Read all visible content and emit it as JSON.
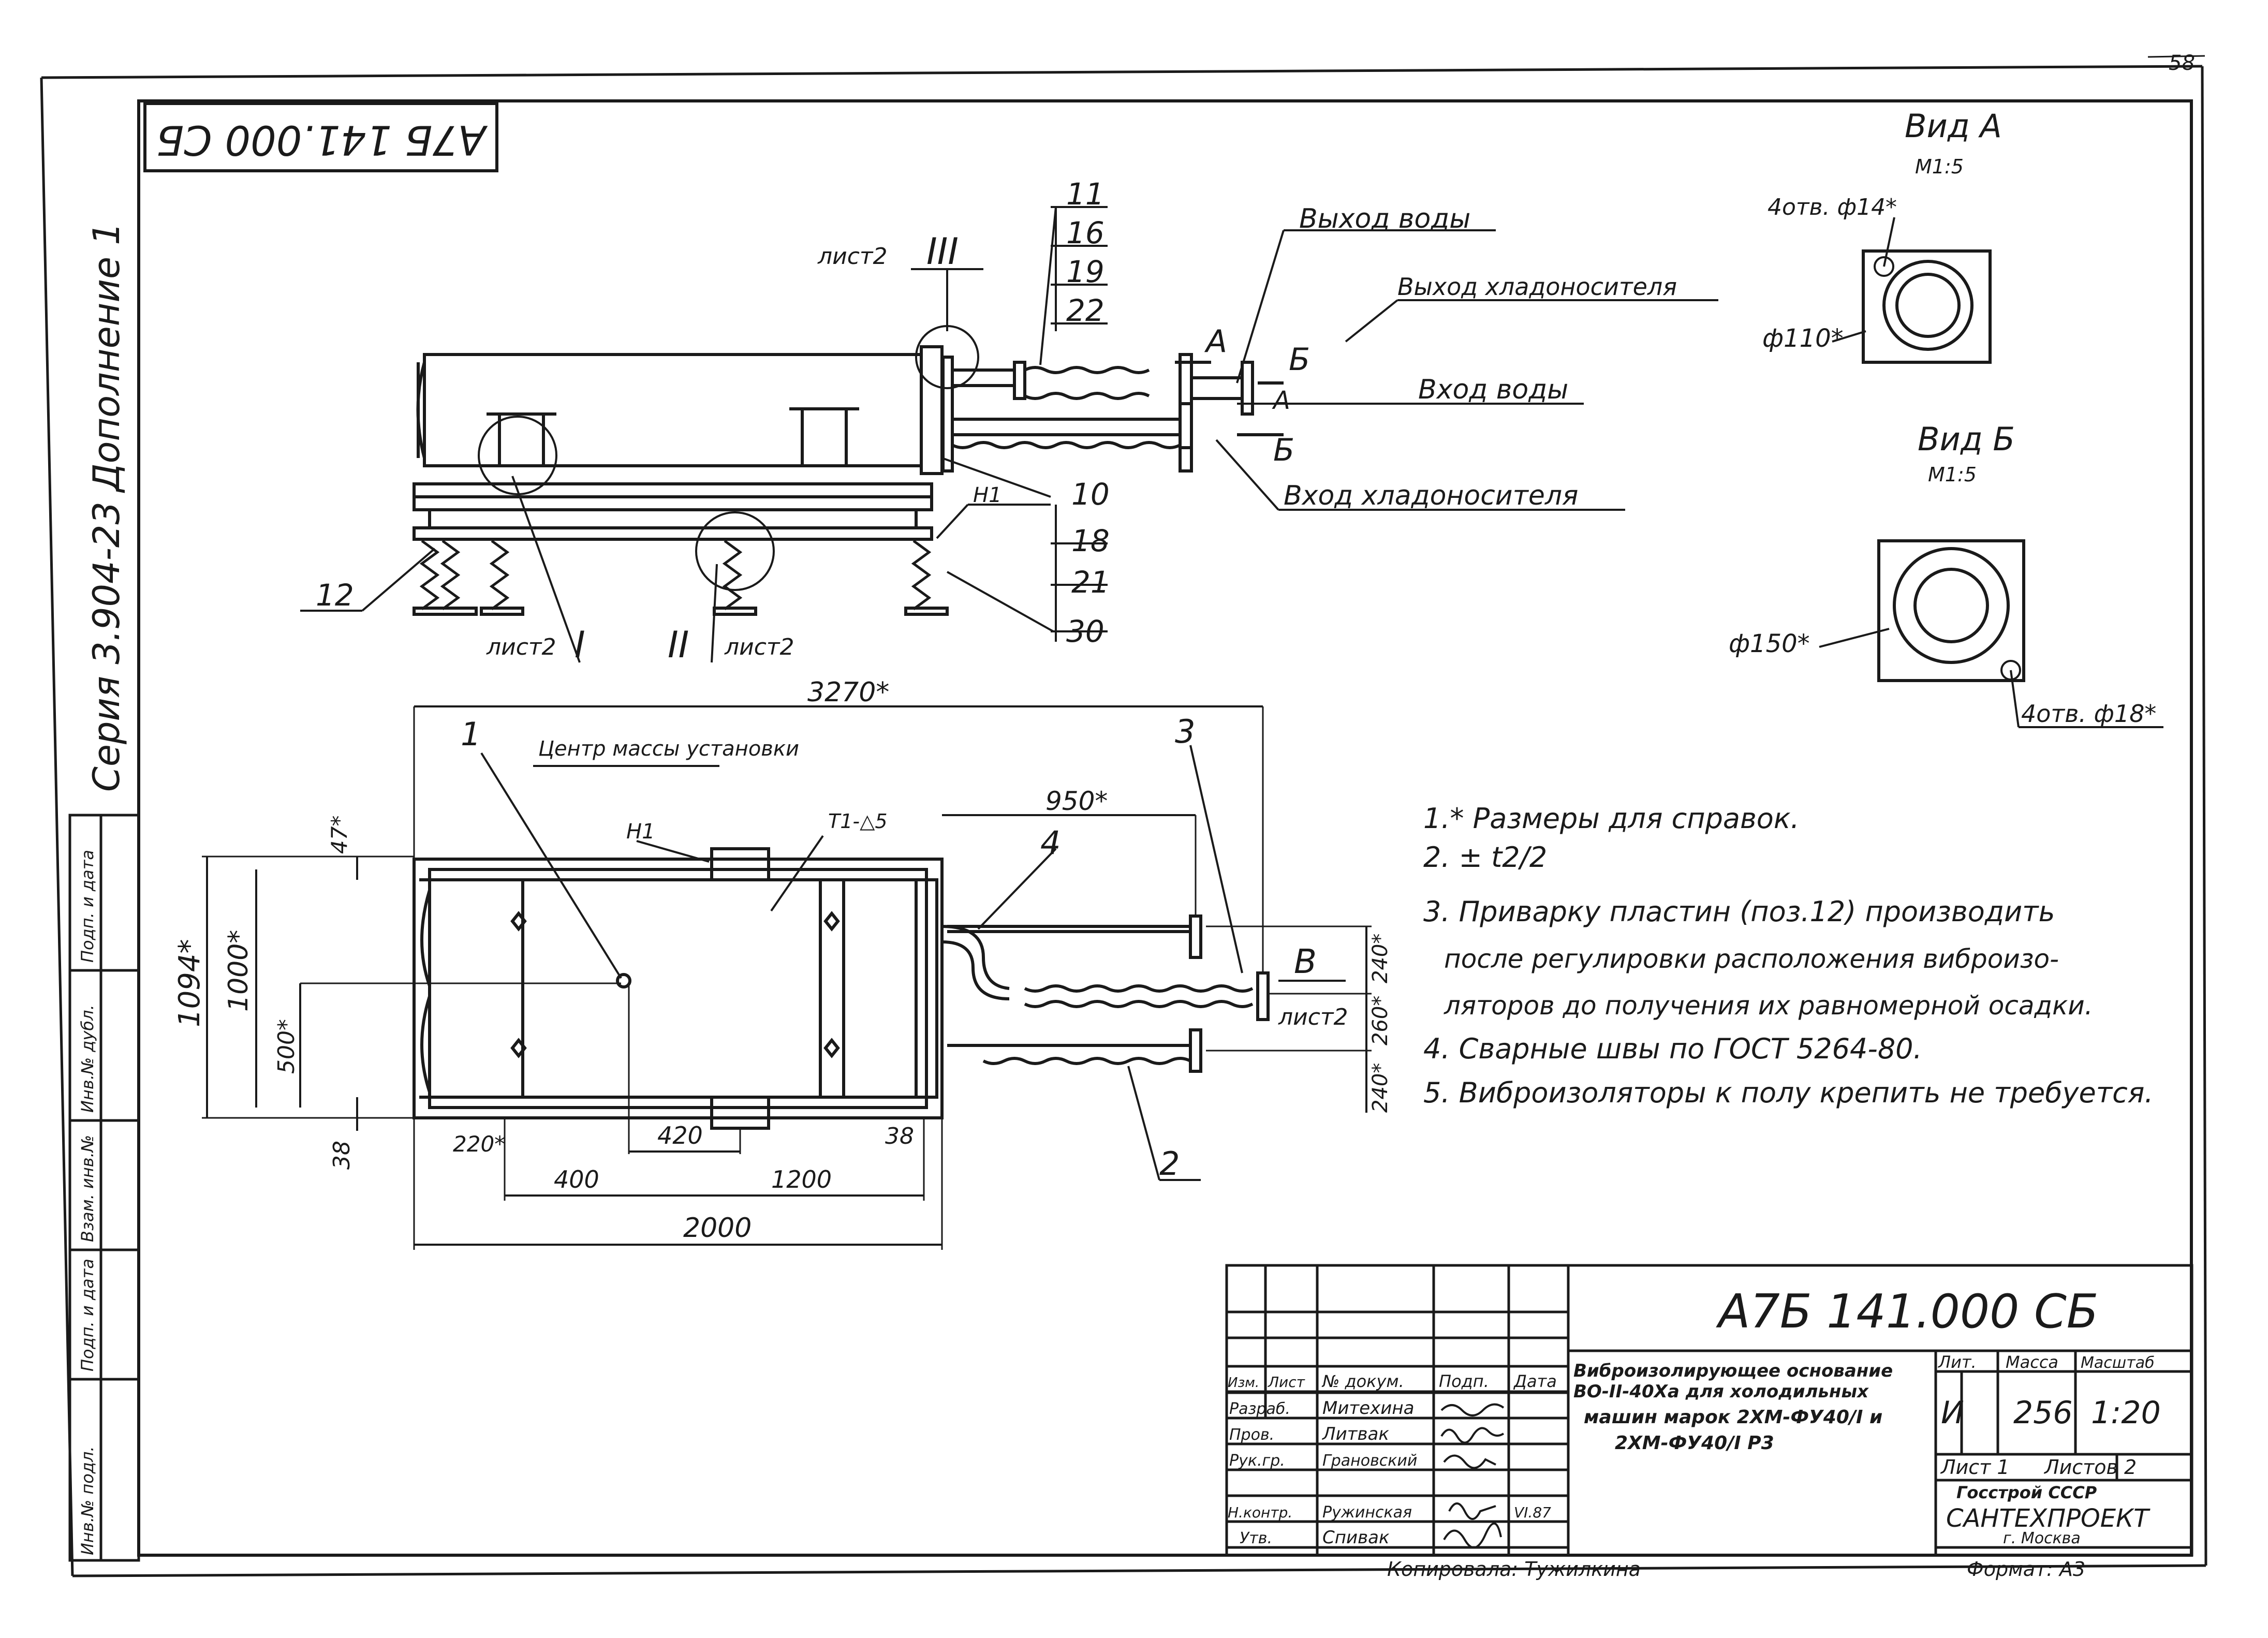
{
  "page_number": "58",
  "stamp_code": "А7Б 141.000 СБ",
  "left_margin": {
    "addition": "Дополнение 1",
    "series": "Серия 3.904-23",
    "field_labels": [
      "Подп. и дата",
      "Инв.№ дубл.",
      "Взам. инв.№",
      "Подп. и дата",
      "Инв.№ подл."
    ]
  },
  "views": {
    "view_a": {
      "title": "Вид А",
      "scale": "М1:5",
      "holes": "4отв. ф14*",
      "diameter": "ф110*"
    },
    "view_b": {
      "title": "Вид Б",
      "scale": "М1:5",
      "diameter": "ф150*",
      "holes": "4отв. ф18*"
    }
  },
  "side_view": {
    "labels": {
      "water_out": "Выход воды",
      "coolant_out": "Выход хладоносителя",
      "water_in": "Вход воды",
      "coolant_in": "Вход хладоносителя"
    },
    "positions_top": [
      "11",
      "16",
      "19",
      "22"
    ],
    "positions_right": [
      "10",
      "18",
      "21",
      "30"
    ],
    "pos_12": "12",
    "sheet_ref": "лист2",
    "detail_III": "III",
    "detail_I": "I",
    "detail_II": "II",
    "sheet_I": "лист2",
    "sheet_II": "лист2",
    "letter_a": "А",
    "letter_b": "Б",
    "letter_a2": "А",
    "letter_b2": "Б",
    "h1": "Н1"
  },
  "plan_view": {
    "dim_total": "3270*",
    "mass_center": "Центр массы установки",
    "pos_1": "1",
    "pos_2": "2",
    "pos_3": "3",
    "pos_4": "4",
    "dim_950": "950*",
    "weld": "Т1-△5",
    "h1": "Н1",
    "dim_47": "47*",
    "dim_1094": "1094*",
    "dim_1000": "1000*",
    "dim_500": "500*",
    "dim_38_left": "38",
    "dim_220": "220*",
    "dim_420": "420",
    "dim_38_right": "38",
    "dim_400": "400",
    "dim_1200": "1200",
    "dim_2000": "2000",
    "dim_240_top": "240*",
    "dim_260": "260*",
    "dim_240_bottom": "240*",
    "view_b": "В",
    "sheet_ref": "лист2"
  },
  "notes": [
    "1.* Размеры для справок.",
    "2. ± t2/2",
    "3. Приварку пластин (поз.12) производить",
    "после регулировки расположения виброизо-",
    "ляторов до получения их равномерной осадки.",
    "4. Сварные швы по ГОСТ 5264-80.",
    "5. Виброизоляторы к полу крепить не требуется."
  ],
  "title_block": {
    "code": "А7Б 141.000 СБ",
    "description": [
      "Виброизолирующее основание",
      "ВО-II-40Ха для холодильных",
      "машин марок 2ХМ-ФУ40/I и",
      "2ХМ-ФУ40/I Р3"
    ],
    "header": [
      "Изм.",
      "Лист",
      "№ докум.",
      "Подп.",
      "Дата"
    ],
    "roles": [
      {
        "role": "Разраб.",
        "name": "Митехина"
      },
      {
        "role": "Пров.",
        "name": "Литвак"
      },
      {
        "role": "Рук.гр.",
        "name": "Грановский"
      },
      {
        "role": "Н.контр.",
        "name": "Ружинская"
      },
      {
        "role": "Утв.",
        "name": "Спивак"
      }
    ],
    "date": "VI.87",
    "lit_label": "Лит.",
    "mass_label": "Масса",
    "scale_label": "Масштаб",
    "lit_value": "И",
    "mass_value": "256",
    "scale_value": "1:20",
    "sheet": "Лист 1",
    "sheets": "Листов 2",
    "org1": "Госстрой СССР",
    "org2": "САНТЕХПРОЕКТ",
    "city": "г. Москва",
    "copied": "Копировала: Тужилкина",
    "format": "Формат: А3"
  }
}
